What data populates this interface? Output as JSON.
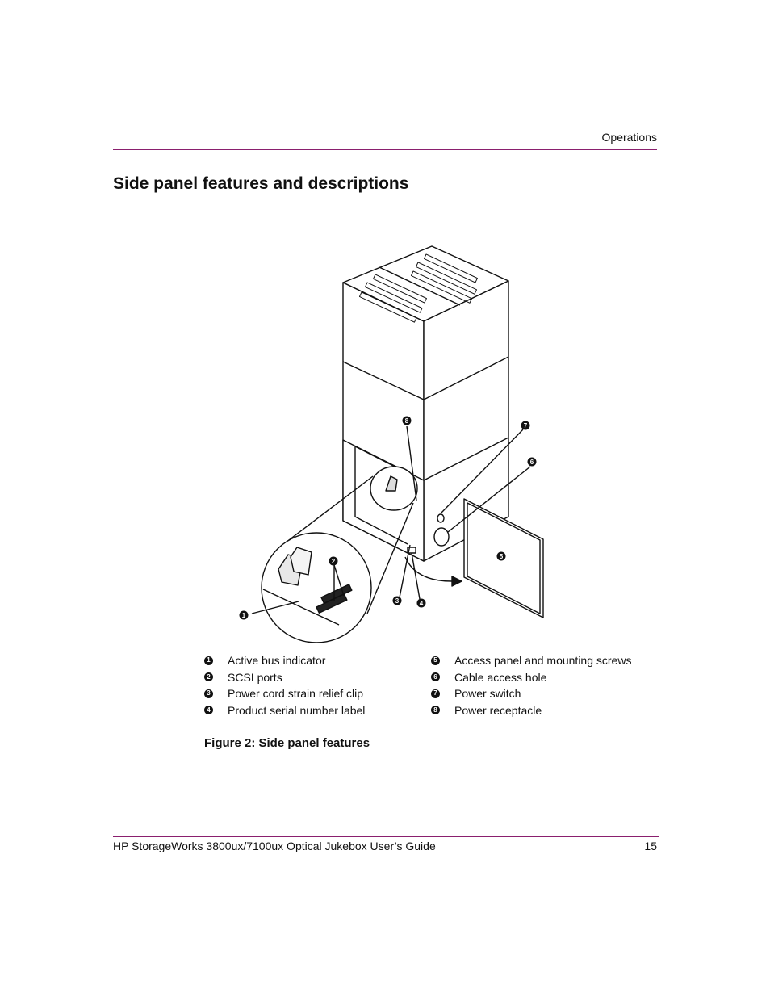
{
  "header": {
    "running_head": "Operations"
  },
  "section": {
    "title": "Side panel features and descriptions"
  },
  "figure": {
    "callouts": [
      "1",
      "2",
      "3",
      "4",
      "5",
      "6",
      "7",
      "8"
    ],
    "legend_left": [
      {
        "num": "1",
        "label": "Active bus indicator"
      },
      {
        "num": "2",
        "label": "SCSI ports"
      },
      {
        "num": "3",
        "label": "Power cord strain relief clip"
      },
      {
        "num": "4",
        "label": "Product serial number label"
      }
    ],
    "legend_right": [
      {
        "num": "5",
        "label": "Access panel and mounting screws"
      },
      {
        "num": "6",
        "label": "Cable access hole"
      },
      {
        "num": "7",
        "label": "Power switch"
      },
      {
        "num": "8",
        "label": "Power receptacle"
      }
    ],
    "caption": "Figure 2:  Side panel features"
  },
  "footer": {
    "title": "HP StorageWorks 3800ux/7100ux Optical Jukebox User’s Guide",
    "page": "15"
  },
  "colors": {
    "rule": "#8a1f6e"
  }
}
